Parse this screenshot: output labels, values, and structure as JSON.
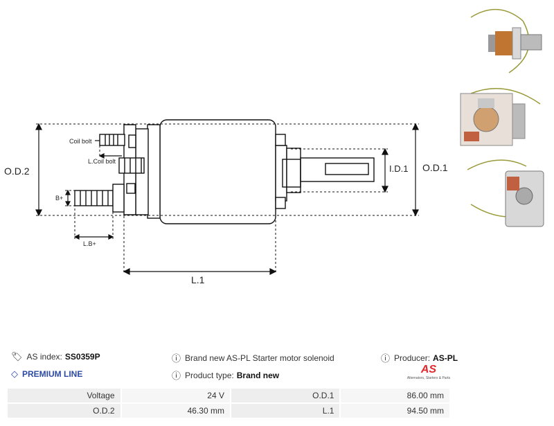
{
  "drawing": {
    "labels": {
      "od2": "O.D.2",
      "od1": "O.D.1",
      "id1": "I.D.1",
      "l1": "L.1",
      "coil_bolt": "Coil bolt",
      "l_coil_bolt": "L.Coil bolt",
      "b_plus": "B+",
      "lb_plus": "L.B+"
    }
  },
  "info": {
    "as_index_label": "AS index:",
    "as_index_value": "SS0359P",
    "description": "Brand new AS-PL Starter motor solenoid",
    "producer_label": "Producer:",
    "producer_value": "AS-PL",
    "premium_line": "PREMIUM LINE",
    "product_type_label": "Product type:",
    "product_type_value": "Brand new",
    "logo_text": "AS",
    "logo_tagline": "Alternators, Starters & Parts"
  },
  "specs": [
    {
      "label": "Voltage",
      "value": "24 V",
      "label2": "O.D.1",
      "value2": "86.00 mm"
    },
    {
      "label": "O.D.2",
      "value": "46.30 mm",
      "label2": "L.1",
      "value2": "94.50 mm"
    }
  ],
  "colors": {
    "premium": "#2b4aa8",
    "logo_red": "#e3262b"
  },
  "icons": [
    "tag-icon",
    "info-icon",
    "diamond-icon"
  ]
}
